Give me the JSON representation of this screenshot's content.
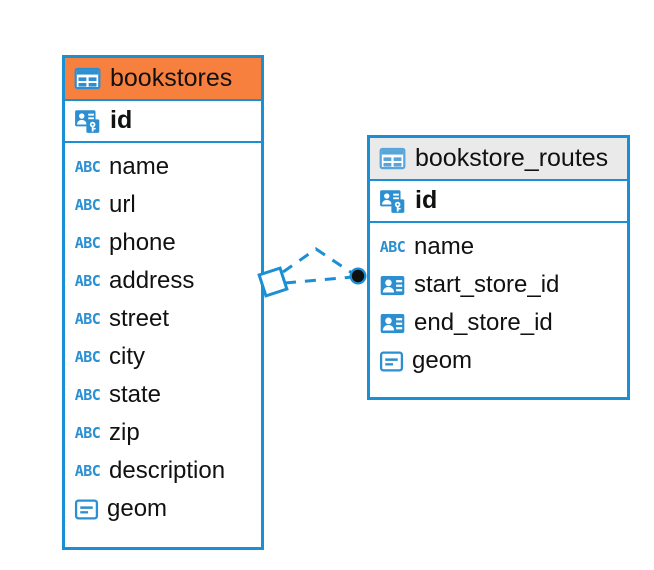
{
  "diagram": {
    "type": "entity-relationship-diagram",
    "background": "#ffffff",
    "accent_color": "#1B8FD4",
    "highlight_color": "#F8803F",
    "plain_header_color": "#EAEAEA",
    "icon_blue": "#2C8FD1"
  },
  "entities": [
    {
      "name": "bookstores",
      "title": "bookstores",
      "header_style": "accent",
      "header_icon": "table-icon",
      "primary_key": {
        "label": "id",
        "icon": "primary-key-icon"
      },
      "fields": [
        {
          "label": "name",
          "icon": "abc-icon",
          "type_glyph": "ABC"
        },
        {
          "label": "url",
          "icon": "abc-icon",
          "type_glyph": "ABC"
        },
        {
          "label": "phone",
          "icon": "abc-icon",
          "type_glyph": "ABC"
        },
        {
          "label": "address",
          "icon": "abc-icon",
          "type_glyph": "ABC"
        },
        {
          "label": "street",
          "icon": "abc-icon",
          "type_glyph": "ABC"
        },
        {
          "label": "city",
          "icon": "abc-icon",
          "type_glyph": "ABC"
        },
        {
          "label": "state",
          "icon": "abc-icon",
          "type_glyph": "ABC"
        },
        {
          "label": "zip",
          "icon": "abc-icon",
          "type_glyph": "ABC"
        },
        {
          "label": "description",
          "icon": "abc-icon",
          "type_glyph": "ABC"
        },
        {
          "label": "geom",
          "icon": "geometry-icon",
          "type_glyph": ""
        }
      ]
    },
    {
      "name": "bookstore_routes",
      "title": "bookstore_routes",
      "header_style": "plain",
      "header_icon": "table-icon",
      "primary_key": {
        "label": "id",
        "icon": "primary-key-icon"
      },
      "fields": [
        {
          "label": "name",
          "icon": "abc-icon",
          "type_glyph": "ABC"
        },
        {
          "label": "start_store_id",
          "icon": "foreign-key-icon",
          "type_glyph": ""
        },
        {
          "label": "end_store_id",
          "icon": "foreign-key-icon",
          "type_glyph": ""
        },
        {
          "label": "geom",
          "icon": "geometry-icon",
          "type_glyph": ""
        }
      ]
    }
  ],
  "relationship": {
    "name": "bookstores-to-bookstore-routes",
    "style": "dashed",
    "color": "#1B8FD4",
    "source_marker": "diamond-outline",
    "target_marker": "filled-circle",
    "target_marker_color": "#111111"
  }
}
